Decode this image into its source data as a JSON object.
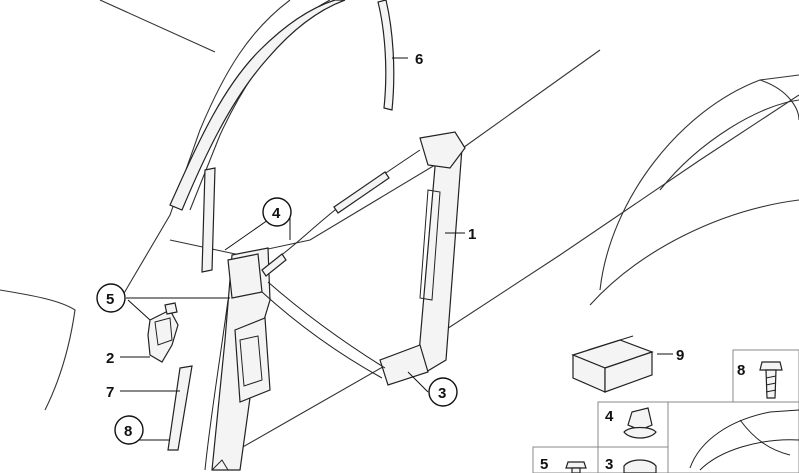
{
  "callouts": [
    {
      "id": "c1",
      "text": "1",
      "circled": false
    },
    {
      "id": "c2",
      "text": "2",
      "circled": false
    },
    {
      "id": "c3",
      "text": "3",
      "circled": true
    },
    {
      "id": "c4",
      "text": "4",
      "circled": true
    },
    {
      "id": "c5",
      "text": "5",
      "circled": true
    },
    {
      "id": "c6",
      "text": "6",
      "circled": false
    },
    {
      "id": "c7",
      "text": "7",
      "circled": false
    },
    {
      "id": "c8",
      "text": "8",
      "circled": true
    },
    {
      "id": "c9",
      "text": "9",
      "circled": false
    }
  ],
  "inset_labels": {
    "clip": "4",
    "screw": "8",
    "bolt": "5",
    "grommet": "3"
  },
  "colors": {
    "line": "#222222",
    "background": "#ffffff",
    "part_fill": "#f4f4f4"
  }
}
